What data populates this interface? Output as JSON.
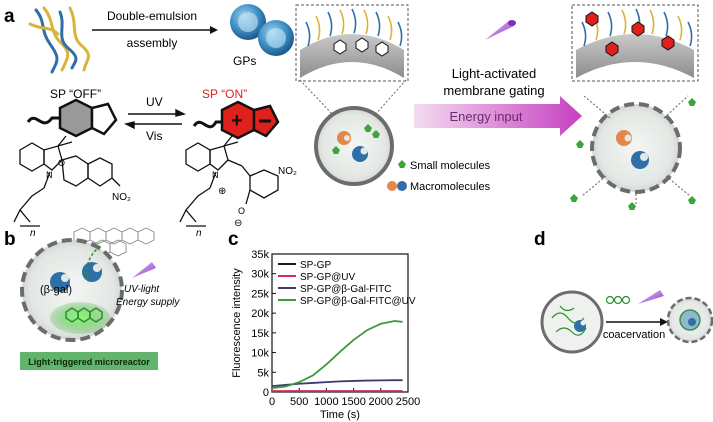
{
  "figure": {
    "panels": {
      "a": "a",
      "b": "b",
      "c": "c",
      "d": "d"
    }
  },
  "panel_a": {
    "assembly_label_line1": "Double-emulsion",
    "assembly_label_line2": "assembly",
    "gps_label": "GPs",
    "sp_off_label": "SP “OFF”",
    "sp_on_label": "SP “ON”",
    "uv_label": "UV",
    "vis_label": "Vis",
    "gating_line1": "Light-activated",
    "gating_line2": "membrane gating",
    "energy_input": "Energy input",
    "legend_small": "Small molecules",
    "legend_macro": "Macromolecules",
    "chem": {
      "n_left": "n",
      "n_right": "n",
      "N_left": "N",
      "O_left": "O",
      "NO2_left": "NO₂",
      "N_right": "N",
      "plus_symbol": "⊕",
      "O_right": "O",
      "minus_symbol": "⊖",
      "NO2_right": "NO₂"
    }
  },
  "panel_b": {
    "beta_gal": "(β-gal)",
    "energy_line1": "UV-light",
    "energy_line2": "Energy supply",
    "microreactor_label": "Light-triggered microreactor"
  },
  "panel_d": {
    "coacervation": "coacervation"
  },
  "chart_data": {
    "type": "line",
    "xlabel": "Time (s)",
    "ylabel": "Fluorescence intensity",
    "xlim": [
      0,
      2500
    ],
    "ylim": [
      0,
      35000
    ],
    "x_ticks": [
      "0",
      "500",
      "1000",
      "1500",
      "2000",
      "2500"
    ],
    "y_ticks": [
      "0",
      "5k",
      "10k",
      "15k",
      "20k",
      "25k",
      "30k",
      "35k"
    ],
    "x": [
      0,
      250,
      500,
      750,
      1000,
      1250,
      1500,
      1750,
      2000,
      2250,
      2400
    ],
    "series": [
      {
        "name": "SP-GP",
        "color": "#1a1a2e",
        "values": [
          100,
          100,
          100,
          100,
          100,
          100,
          100,
          100,
          100,
          100,
          100
        ]
      },
      {
        "name": "SP-GP@UV",
        "color": "#d62f5a",
        "values": [
          250,
          250,
          250,
          250,
          250,
          250,
          250,
          250,
          250,
          250,
          250
        ]
      },
      {
        "name": "SP-GP@β-Gal-FITC",
        "color": "#3c3a6e",
        "values": [
          1500,
          1800,
          2100,
          2300,
          2500,
          2700,
          2800,
          2900,
          2950,
          3000,
          3000
        ]
      },
      {
        "name": "SP-GP@β-Gal-FITC@UV",
        "color": "#3a9b3a",
        "values": [
          1000,
          1400,
          2500,
          4200,
          7000,
          10200,
          13200,
          15700,
          17300,
          18000,
          17800
        ]
      }
    ],
    "legend_position": "top-left",
    "grid": false
  }
}
